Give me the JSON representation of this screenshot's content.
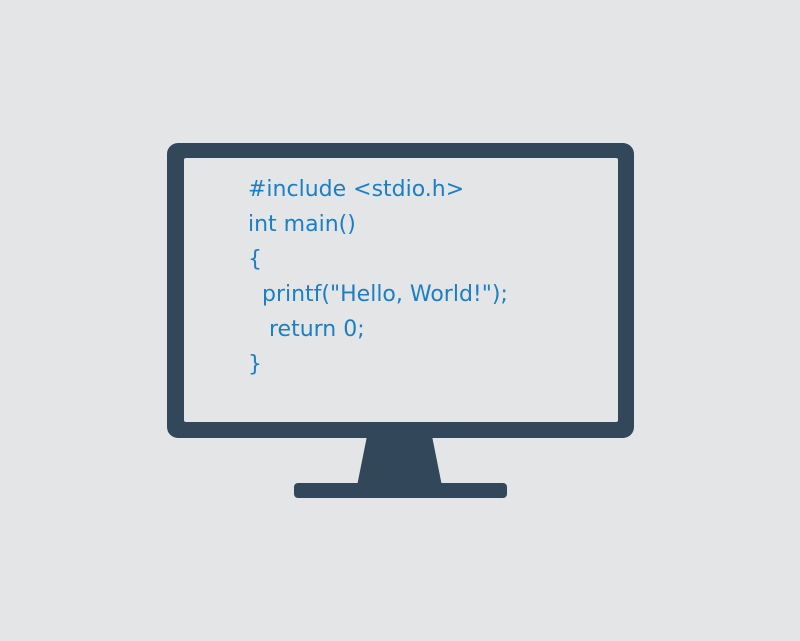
{
  "code": {
    "lines": [
      "#include <stdio.h>",
      "int main()",
      "{",
      "  printf(\"Hello, World!\");",
      "   return 0;",
      "}"
    ]
  },
  "colors": {
    "background": "#e4e5e6",
    "monitor": "#33475b",
    "screen": "#e4e5e6",
    "code_text": "#1a7fc4"
  },
  "icons": {
    "monitor": "monitor-icon"
  }
}
